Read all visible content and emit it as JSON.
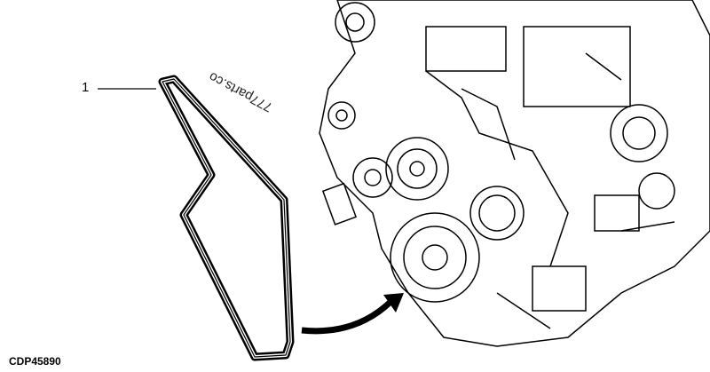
{
  "figure_code": "CDP45890",
  "callouts": [
    {
      "label": "1",
      "target": "belt"
    }
  ],
  "watermark": "777parts.co",
  "colors": {
    "line": "#000000",
    "background": "#ffffff"
  }
}
